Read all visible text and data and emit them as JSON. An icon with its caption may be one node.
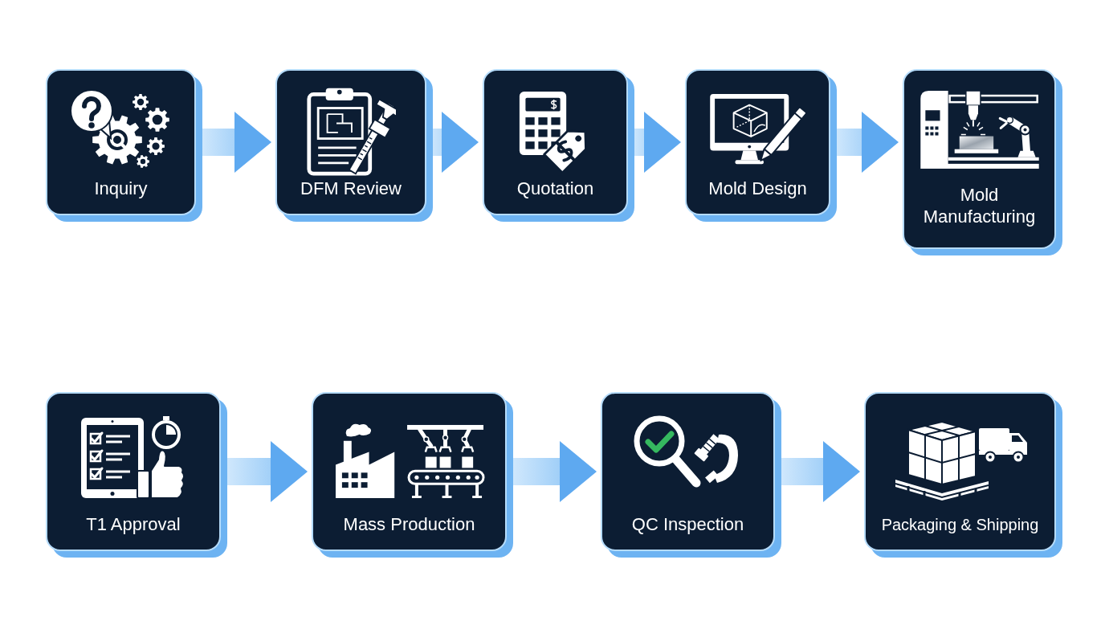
{
  "diagram": {
    "nodes": [
      {
        "text": [
          "Inquiry"
        ]
      },
      {
        "text": [
          "DFM Review"
        ]
      },
      {
        "text": [
          "Quotation"
        ]
      },
      {
        "text": [
          "Mold Design"
        ]
      },
      {
        "text": [
          "Mold Manufacturing"
        ]
      },
      {
        "text": [
          "T1 Approval"
        ]
      },
      {
        "text": [
          "Mass Production"
        ]
      },
      {
        "text": [
          "QC Inspection"
        ]
      },
      {
        "text": [
          "Packaging & Shipping"
        ]
      }
    ],
    "edges": [
      {
        "from": 0,
        "to": 1,
        "arrow": "to"
      },
      {
        "from": 1,
        "to": 2,
        "arrow": "to"
      },
      {
        "from": 2,
        "to": 3,
        "arrow": "to"
      },
      {
        "from": 3,
        "to": 4,
        "arrow": "to"
      },
      {
        "from": 5,
        "to": 6,
        "arrow": "to"
      },
      {
        "from": 6,
        "to": 7,
        "arrow": "to"
      },
      {
        "from": 7,
        "to": 8,
        "arrow": "to"
      }
    ]
  }
}
